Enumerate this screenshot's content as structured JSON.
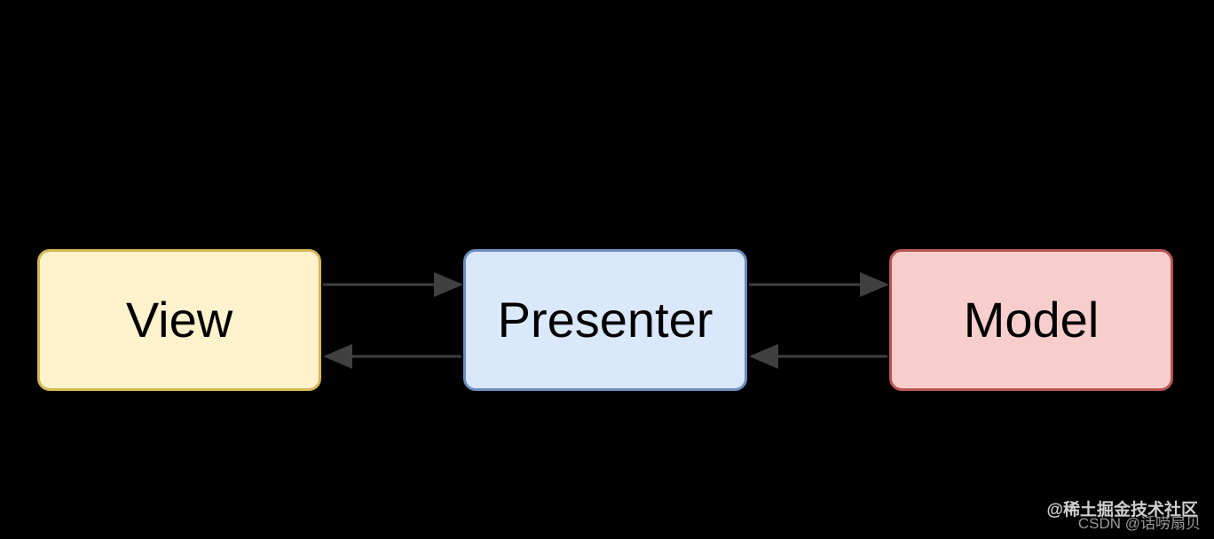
{
  "background": "#000000",
  "diagram": {
    "type": "mvp-architecture",
    "label_color": "#000000",
    "arrow_color": "#404040",
    "nodes": [
      {
        "id": "view",
        "label": "View",
        "fill": "#FFF2CC",
        "border": "#D6B656"
      },
      {
        "id": "presenter",
        "label": "Presenter",
        "fill": "#DAE8FC",
        "border": "#6C8EBF"
      },
      {
        "id": "model",
        "label": "Model",
        "fill": "#F8CECC",
        "border": "#B85450"
      }
    ],
    "edges": [
      {
        "from": "View",
        "to": "Presenter"
      },
      {
        "from": "Presenter",
        "to": "View"
      },
      {
        "from": "Presenter",
        "to": "Model"
      },
      {
        "from": "Model",
        "to": "Presenter"
      }
    ]
  },
  "watermarks": [
    {
      "text": "@稀土掘金技术社区",
      "color": "#CFCFCF"
    },
    {
      "text": "CSDN @话唠扇贝",
      "color": "#9B9B9B"
    }
  ]
}
